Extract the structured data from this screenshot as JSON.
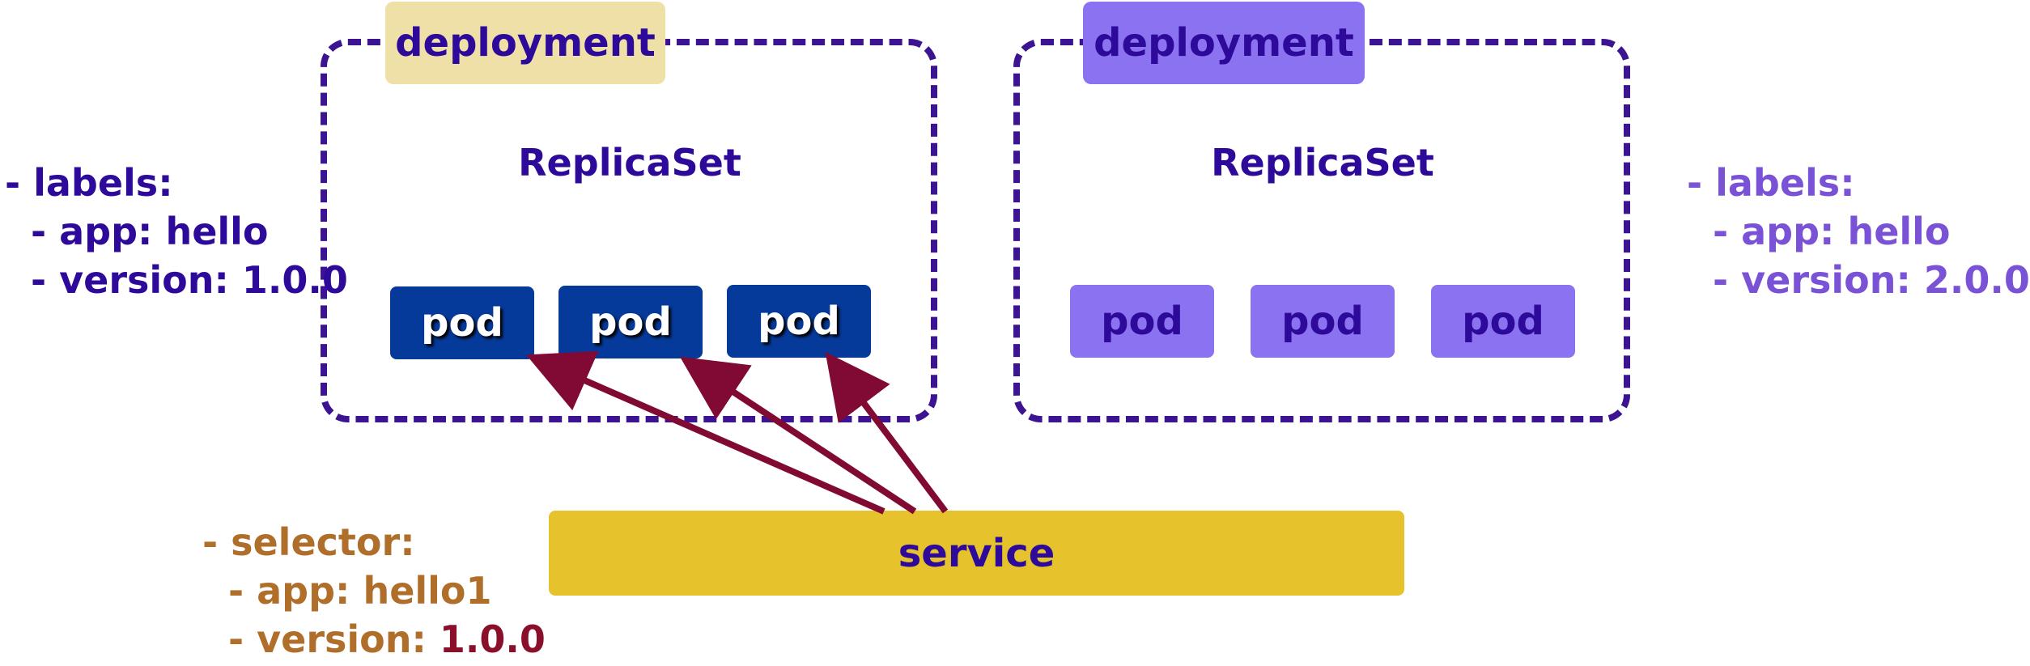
{
  "colors": {
    "blue_text": "#2d0a9a",
    "dashed_border": "#3c1391",
    "deployment_tag_a": "#efe0a7",
    "deployment_tag_b": "#8b72f0",
    "pod_a": "#063a9a",
    "pod_b": "#8b72f0",
    "labels_b_text": "#7a52d6",
    "service_fill": "#e6c22c",
    "selector_text": "#b06e2b",
    "selector_version_value": "#8a0f2a",
    "arrow": "#800a33"
  },
  "deployment_a": {
    "tag": "deployment",
    "replicaset": "ReplicaSet",
    "pods": [
      "pod",
      "pod",
      "pod"
    ]
  },
  "deployment_b": {
    "tag": "deployment",
    "replicaset": "ReplicaSet",
    "pods": [
      "pod",
      "pod",
      "pod"
    ]
  },
  "labels_a": {
    "line1": "- labels:",
    "line2": "  - app: hello",
    "line3": "  - version: 1.0.0"
  },
  "labels_b": {
    "line1": "- labels:",
    "line2": "  - app: hello",
    "line3": "  - version: 2.0.0"
  },
  "service": {
    "label": "service"
  },
  "selector": {
    "line1": "- selector:",
    "line2": "  - app: hello1",
    "line3_key": "  - version: ",
    "line3_value": "1.0.0"
  }
}
